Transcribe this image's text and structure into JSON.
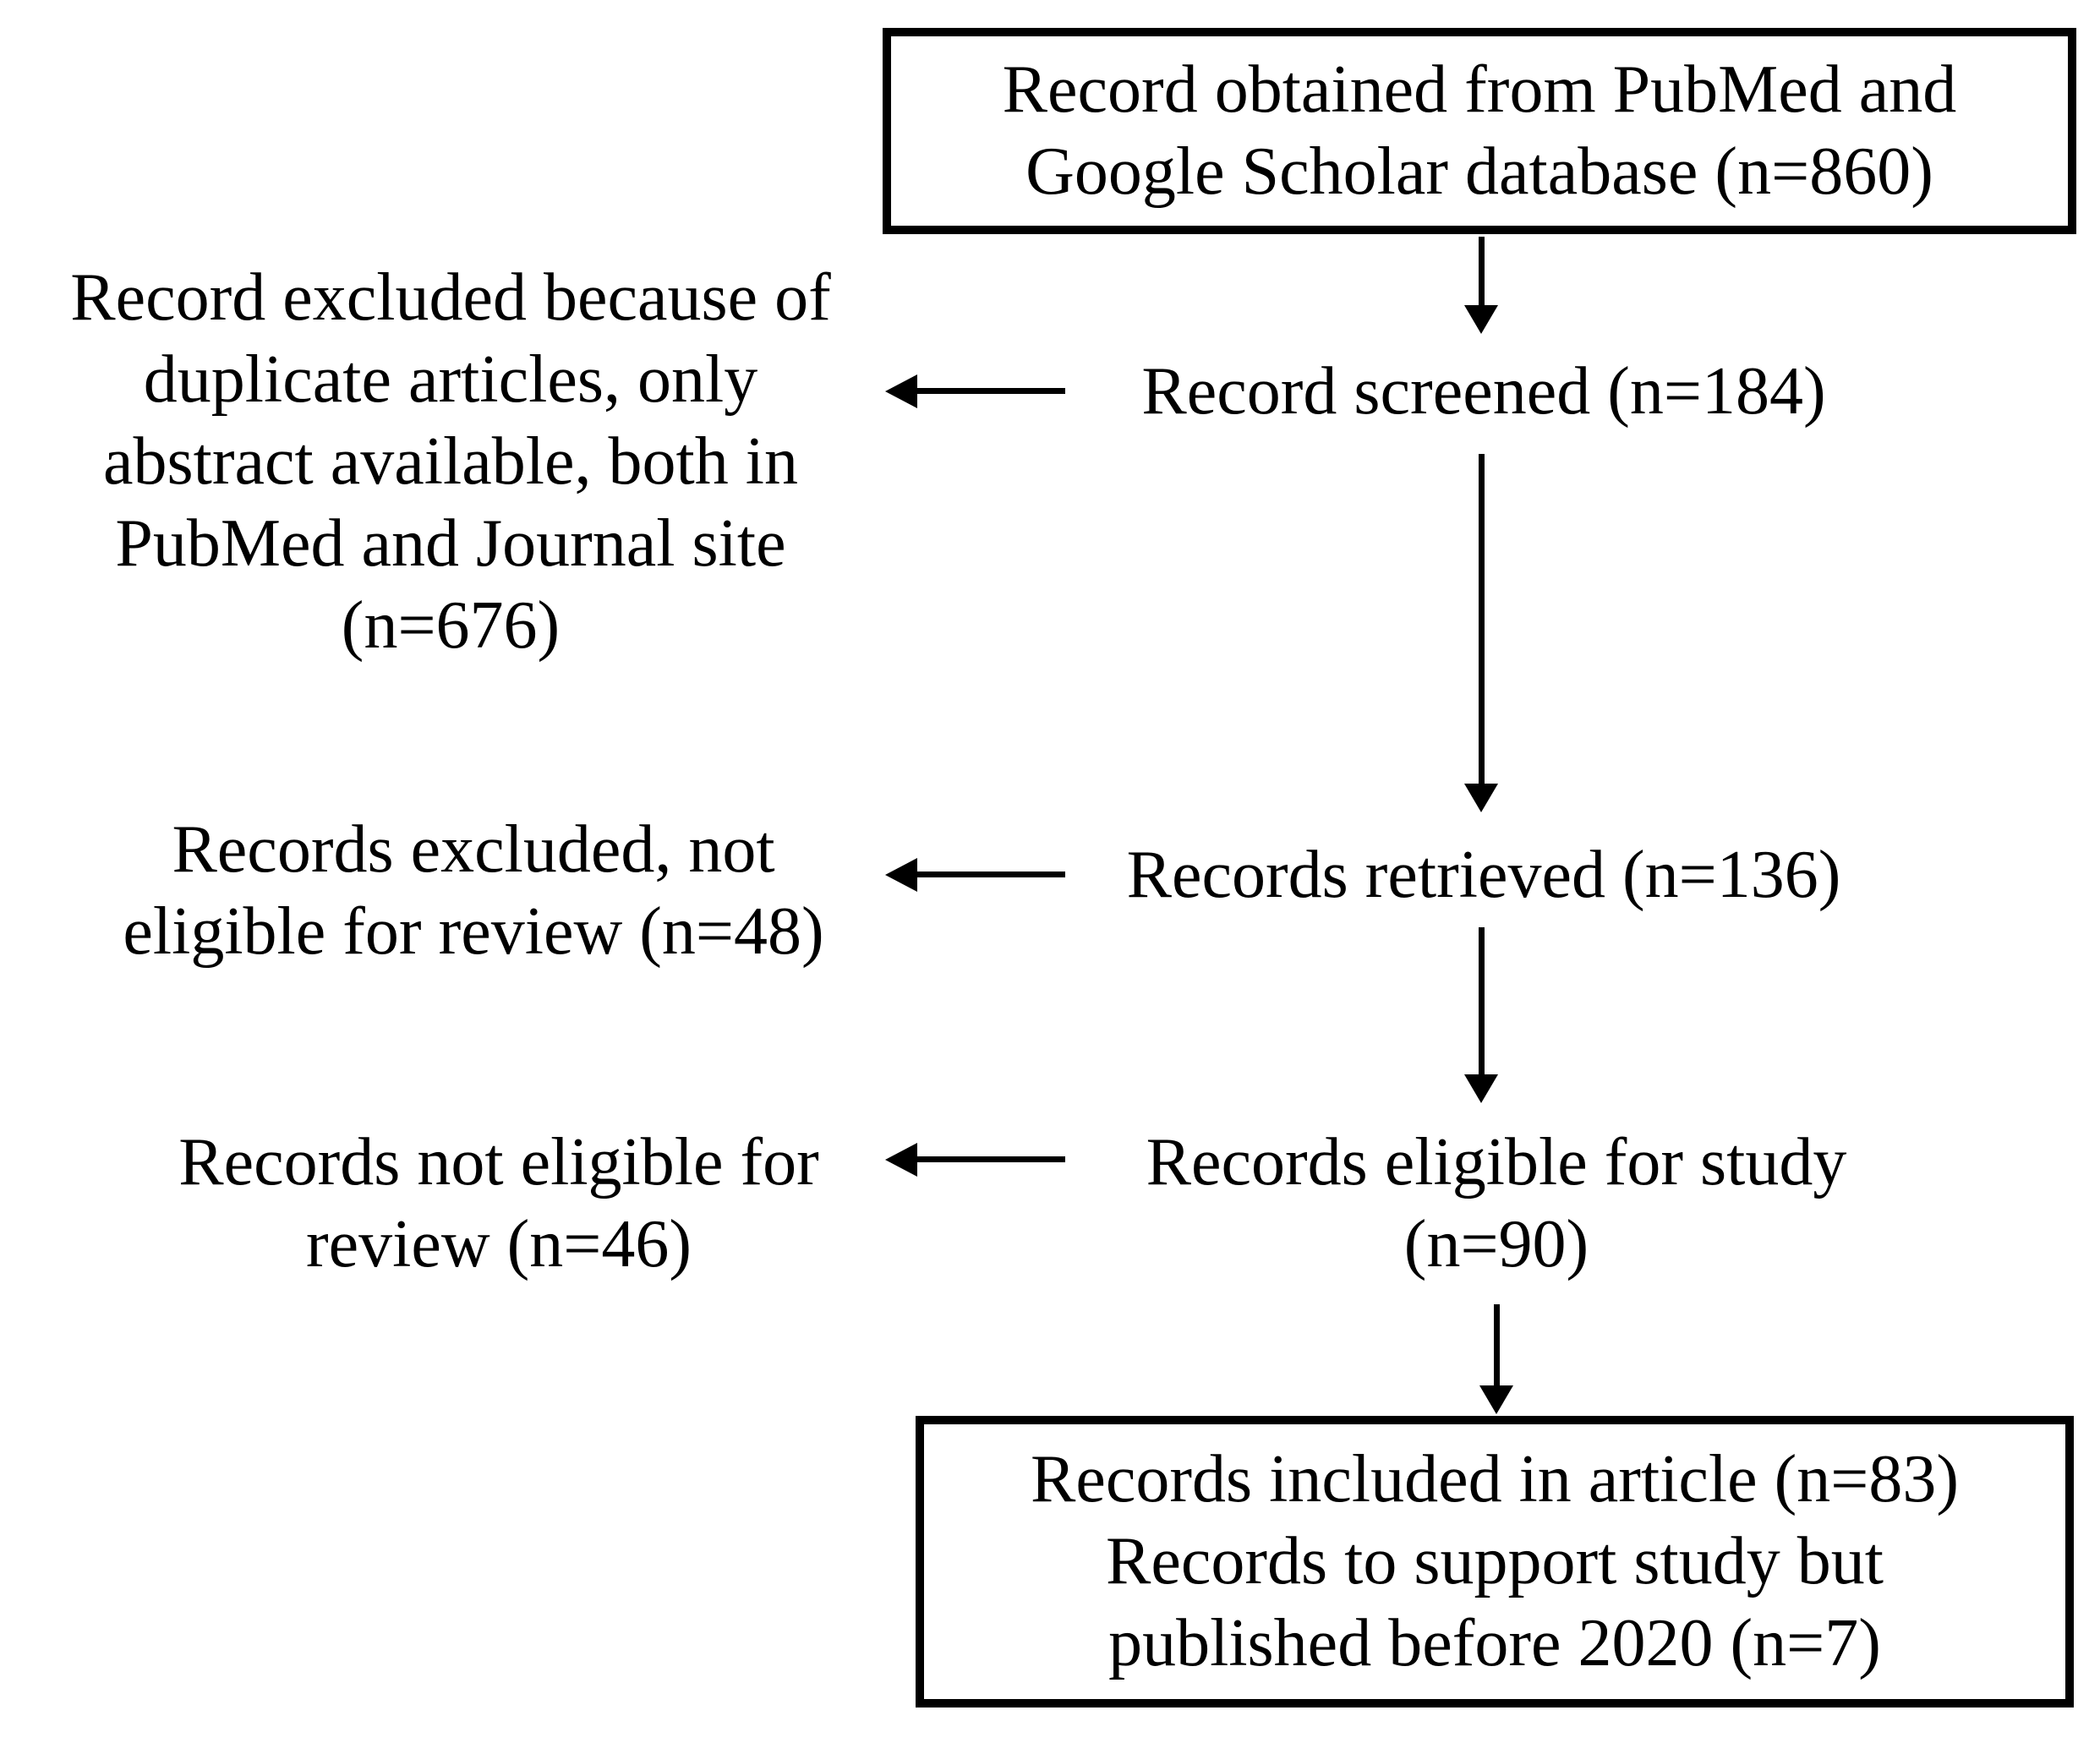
{
  "flow": {
    "source": {
      "lines": [
        "Record obtained from PubMed and",
        "Google Scholar database (n=860)"
      ],
      "count": 860
    },
    "screened": {
      "lines": [
        "Record screened (n=184)"
      ],
      "count": 184
    },
    "excluded_after_screening": {
      "lines": [
        "Record excluded because of",
        "duplicate articles, only",
        "abstract available, both in",
        "PubMed and Journal site",
        "(n=676)"
      ],
      "count": 676
    },
    "retrieved": {
      "lines": [
        "Records retrieved (n=136)"
      ],
      "count": 136
    },
    "excluded_not_eligible": {
      "lines": [
        "Records excluded, not",
        "eligible for review (n=48)"
      ],
      "count": 48
    },
    "eligible": {
      "lines": [
        "Records eligible for study",
        "(n=90)"
      ],
      "count": 90
    },
    "not_eligible_for_review": {
      "lines": [
        "Records not eligible for",
        "review (n=46)"
      ],
      "count": 46
    },
    "included": {
      "lines": [
        "Records included in article (n=83)",
        "Records to support study but",
        "published before 2020 (n=7)"
      ],
      "count_included_in_article": 83,
      "count_support_before_2020": 7
    }
  },
  "colors": {
    "text": "#000000",
    "line": "#000000",
    "box_border": "#000000",
    "background": "#ffffff"
  }
}
